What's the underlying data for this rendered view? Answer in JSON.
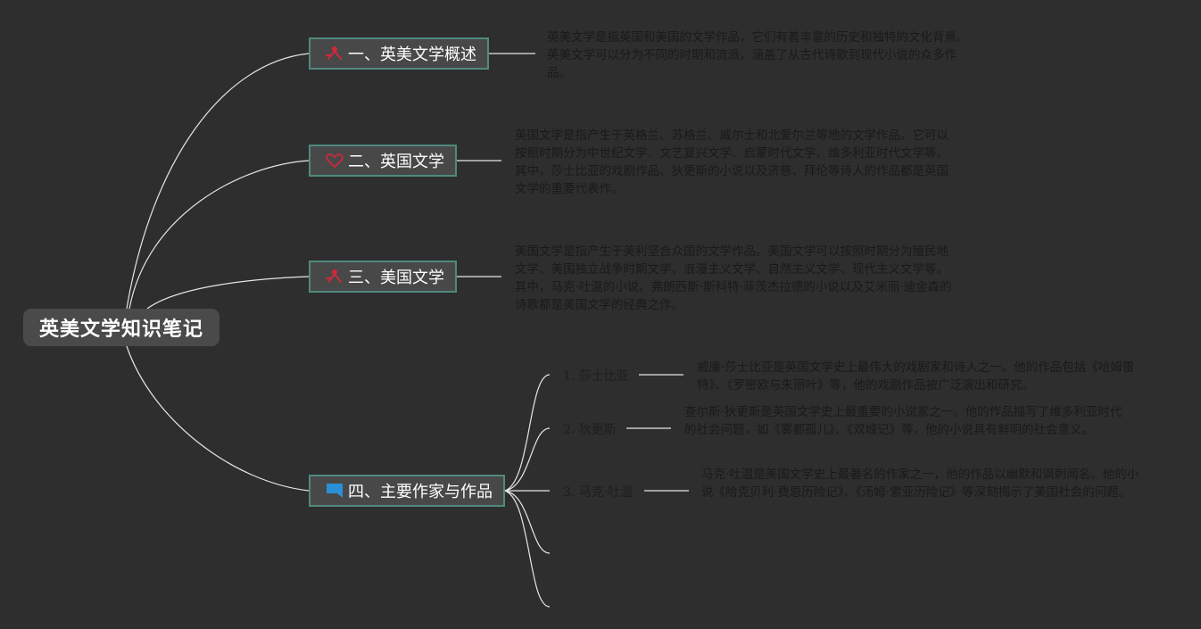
{
  "root": {
    "title": "英美文学知识笔记"
  },
  "topics": [
    {
      "label": "一、英美文学概述",
      "icon": "tools-icon",
      "note": "英美文学是指英国和美国的文学作品，它们有着丰富的历史和独特的文化背景。英美文学可以分为不同的时期和流派，涵盖了从古代诗歌到现代小说的众多作品。"
    },
    {
      "label": "二、英国文学",
      "icon": "heart-icon",
      "note": "英国文学是指产生于英格兰、苏格兰、威尔士和北爱尔兰等地的文学作品。它可以按照时期分为中世纪文学、文艺复兴文学、启蒙时代文学、维多利亚时代文学等。其中，莎士比亚的戏剧作品、狄更斯的小说以及济慈、拜伦等诗人的作品都是英国文学的重要代表作。"
    },
    {
      "label": "三、美国文学",
      "icon": "tools-icon",
      "note": "美国文学是指产生于美利坚合众国的文学作品。美国文学可以按照时期分为殖民地文学、美国独立战争时期文学、浪漫主义文学、自然主义文学、现代主义文学等。其中，马克·吐温的小说、弗朗西斯·斯科特·菲茨杰拉德的小说以及艾米丽·迪金森的诗歌都是美国文学的经典之作。"
    },
    {
      "label": "四、主要作家与作品",
      "icon": "flag-icon",
      "subtopics": [
        {
          "label": "1. 莎士比亚",
          "note": "威廉·莎士比亚是英国文学史上最伟大的戏剧家和诗人之一。他的作品包括《哈姆雷特》、《罗密欧与朱丽叶》等，他的戏剧作品被广泛演出和研究。"
        },
        {
          "label": "2. 狄更斯",
          "note": "查尔斯·狄更斯是英国文学史上最重要的小说家之一。他的作品描写了维多利亚时代的社会问题，如《雾都孤儿》、《双城记》等，他的小说具有鲜明的社会意义。"
        },
        {
          "label": "3. 马克·吐温",
          "note": "马克·吐温是美国文学史上最著名的作家之一，他的作品以幽默和讽刺闻名。他的小说《哈克贝利·费恩历险记》、《汤姆·索亚历险记》等深刻揭示了美国社会的问题。"
        }
      ]
    }
  ],
  "colors": {
    "background": "#2e2e2e",
    "topic_border": "#4f8a7d",
    "line": "#e8e8e8",
    "icon_red": "#d0283c",
    "icon_blue": "#2a8fd6"
  }
}
